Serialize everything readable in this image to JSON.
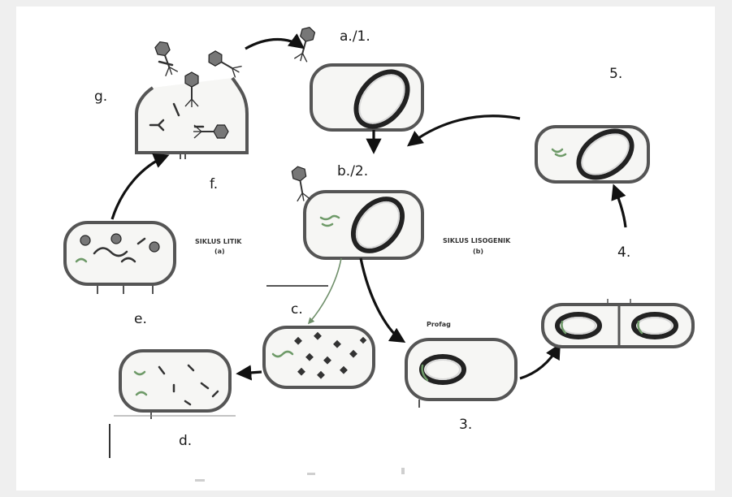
{
  "labels": {
    "a1": "a./1.",
    "b2": "b./2.",
    "c": "c.",
    "d": "d.",
    "e": "e.",
    "f": "f.",
    "g": "g.",
    "n3": "3.",
    "n4": "4.",
    "n5": "5.",
    "lytic": "SIKLUS LITIK",
    "lytic_sub": "(a)",
    "lysogenic": "SIKLUS LISOGENIK",
    "lysogenic_sub": "(b)",
    "prophage": "Profag"
  },
  "icons": {
    "phage": "bacteriophage-icon",
    "dna": "circular-dna-icon",
    "cell": "bacterium-cell-icon"
  },
  "colors": {
    "outline": "#555555",
    "viral_dna": "#6e9a68",
    "background": "#efefef"
  }
}
